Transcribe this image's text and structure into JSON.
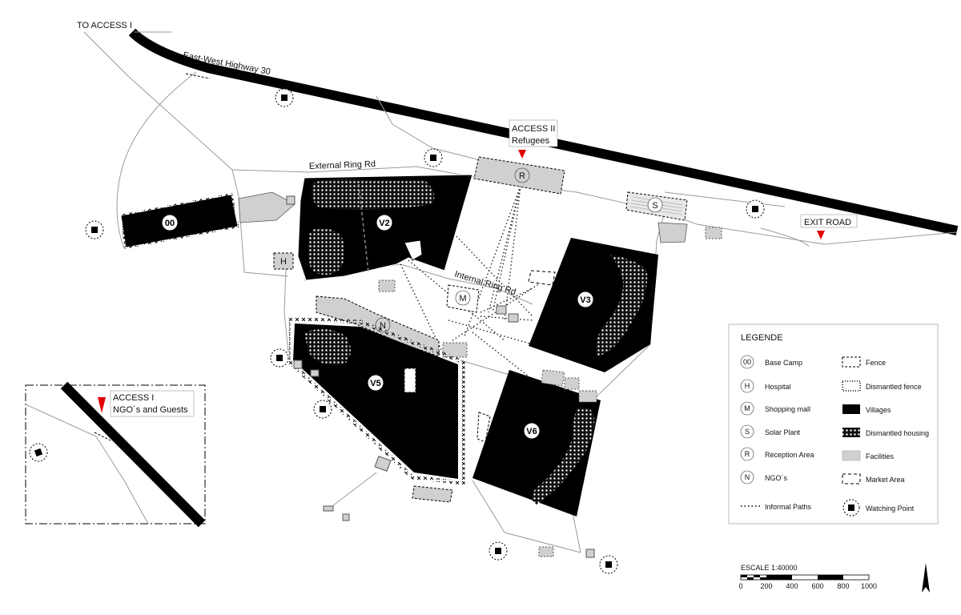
{
  "map": {
    "labels": {
      "to_access": "TO ACCESS I",
      "highway": "East-West Highway 30",
      "external_ring": "External Ring Rd",
      "internal_ring": "Internal Ring Rd",
      "access2_line1": "ACCESS II",
      "access2_line2": "Refugees",
      "exit_road": "EXIT ROAD"
    },
    "zones": {
      "base_camp": "00",
      "hospital": "H",
      "reception": "R",
      "solar": "S",
      "mall": "M",
      "ngos": "N",
      "v2": "V2",
      "v3": "V3",
      "v5": "V5",
      "v6": "V6"
    }
  },
  "inset": {
    "access1_line1": "ACCESS I",
    "access1_line2": "NGO´s and Guests"
  },
  "legend": {
    "title": "LEGENDE",
    "items": [
      {
        "symbol": "00",
        "label": "Base Camp"
      },
      {
        "symbol": "H",
        "label": "Hospital"
      },
      {
        "symbol": "M",
        "label": "Shopping mall"
      },
      {
        "symbol": "S",
        "label": "Solar Plant"
      },
      {
        "symbol": "R",
        "label": "Reception Area"
      },
      {
        "symbol": "N",
        "label": "NGO´s"
      },
      {
        "label": "Informal Paths"
      },
      {
        "label": "Fence"
      },
      {
        "label": "Dismantled fence"
      },
      {
        "label": "Villages"
      },
      {
        "label": "Dismantled housing"
      },
      {
        "label": "Facilities"
      },
      {
        "label": "Market Area"
      },
      {
        "label": "Watching Point"
      }
    ]
  },
  "scale": {
    "title": "ESCALE 1:40000",
    "ticks": [
      "0",
      "200",
      "400",
      "600",
      "800",
      "1000"
    ]
  },
  "colors": {
    "villages": "#000000",
    "facilities": "#d0d0d0",
    "access_marker": "#e00000",
    "roads": "#9a9a9a"
  }
}
